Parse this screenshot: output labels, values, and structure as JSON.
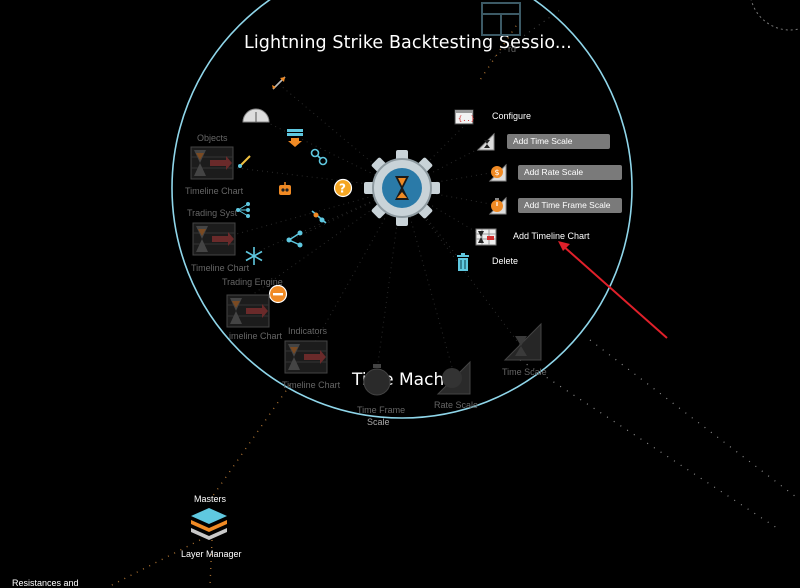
{
  "title": "Lightning Strike Backtesting Sessio...",
  "hub_label": "Time Machine",
  "menu": {
    "configure": "Configure",
    "add_time_scale": "Add Time Scale",
    "add_rate_scale": "Add Rate Scale",
    "add_time_frame_scale": "Add Time Frame Scale",
    "add_timeline_chart": "Add Timeline Chart",
    "delete": "Delete"
  },
  "nodes": {
    "objects": "Objects",
    "timeline_chart_1": "Timeline Chart",
    "trading_system": "Trading Syst",
    "timeline_chart_2": "Timeline Chart",
    "trading_engine": "Trading Engine",
    "timeline_chart_3": "imeline Chart",
    "indicators": "Indicators",
    "timeline_chart_4": "Timeline Chart",
    "time_frame_scale_line1": "Time Frame",
    "time_frame_scale_line2": "Scale",
    "rate_scale": "Rate Scale",
    "time_scale": "Time Scale",
    "top_partial": "rd",
    "masters": "Masters",
    "layer_manager": "Layer Manager",
    "resistances": "Resistances and"
  },
  "colors": {
    "background": "#000000",
    "circle": "#8fd6ea",
    "button": "#7a7a7a",
    "arrow": "#e0202a",
    "gear": "#c9d3d8",
    "hub_blue": "#2a7aa8",
    "accent_orange": "#f08a24"
  }
}
